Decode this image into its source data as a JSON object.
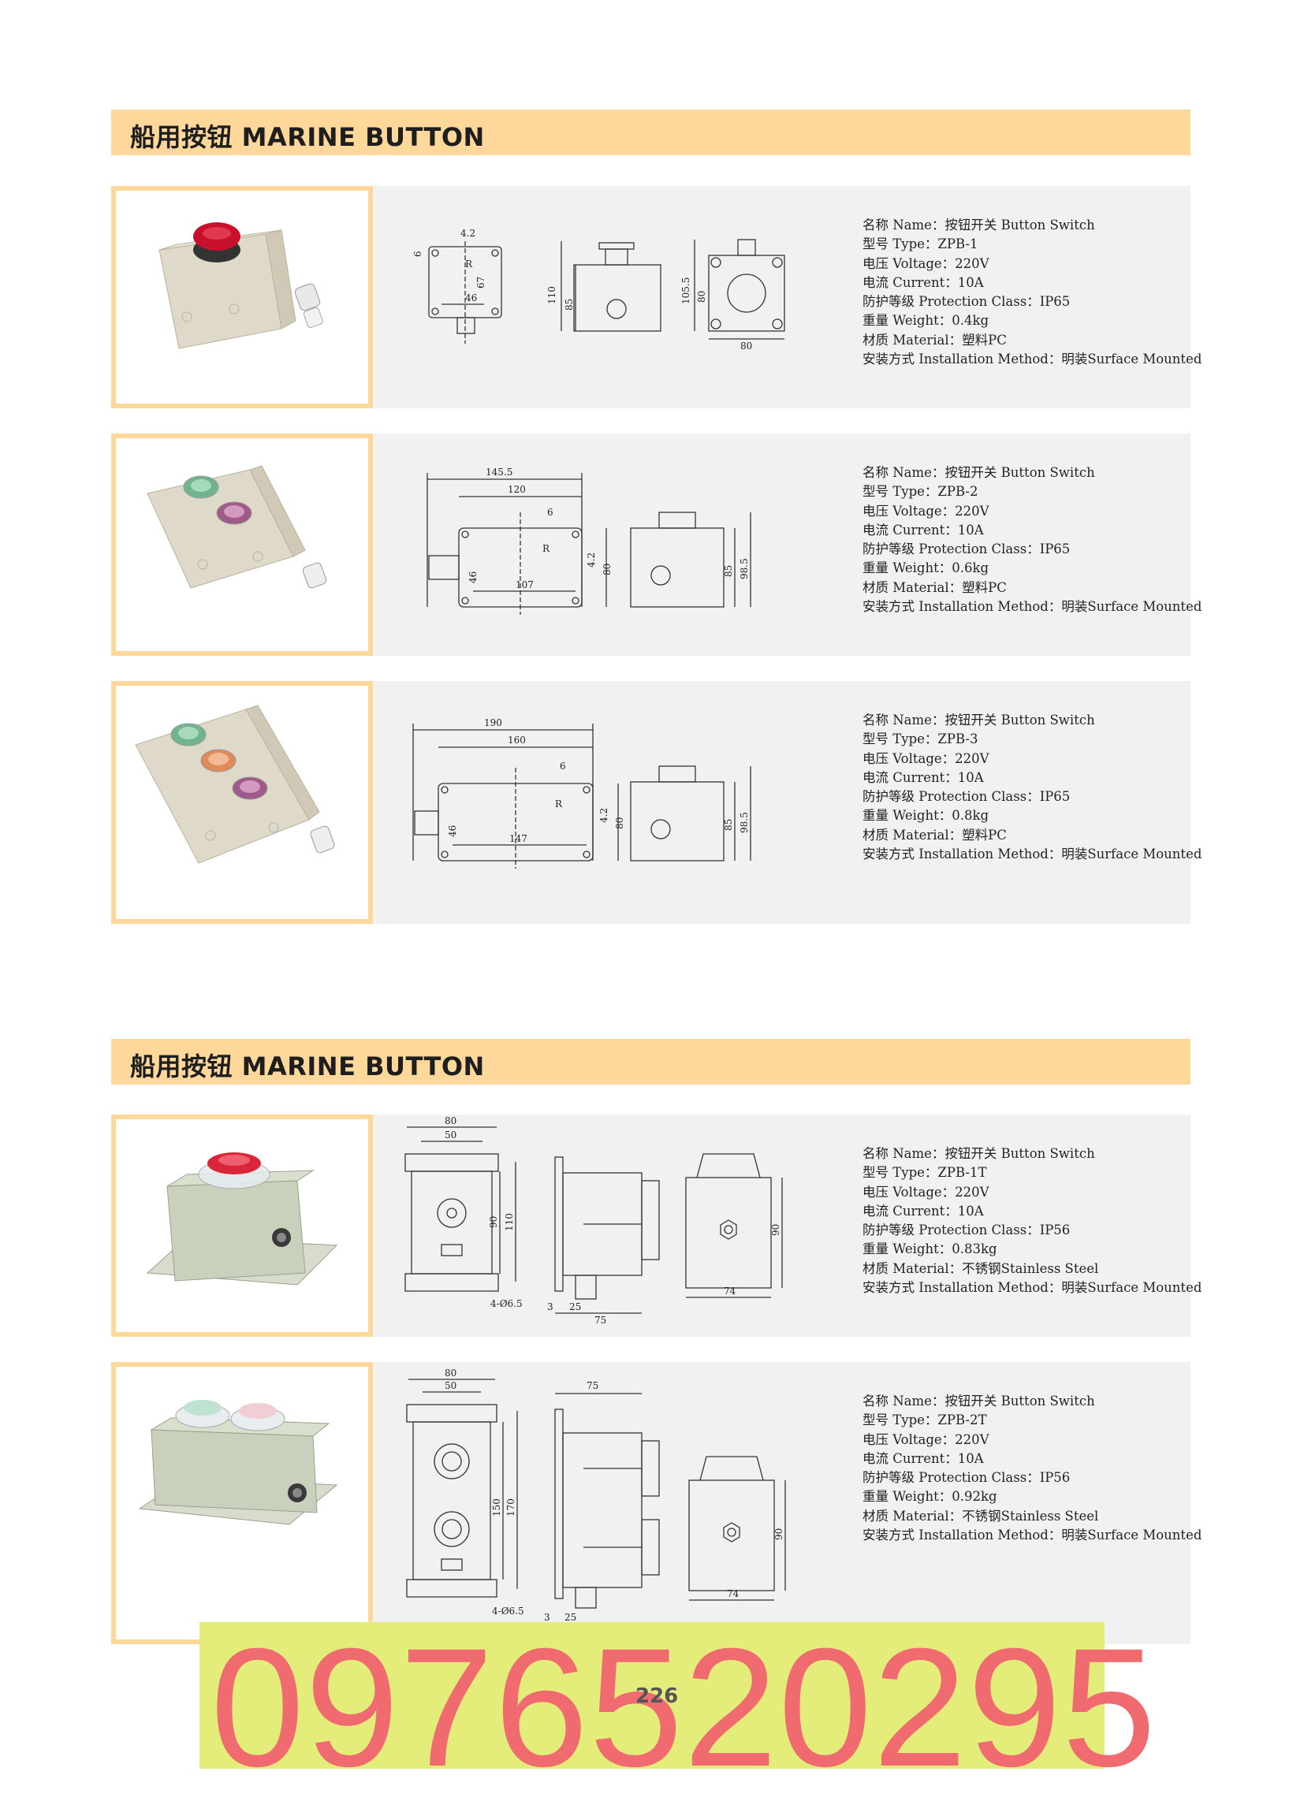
{
  "sections": [
    {
      "title": "船用按钮 MARINE BUTTON"
    },
    {
      "title": "船用按钮 MARINE BUTTON"
    }
  ],
  "products": [
    {
      "name": "名称 Name：按钮开关 Button Switch",
      "type": "型号 Type：ZPB-1",
      "voltage": "电压 Voltage：220V",
      "current": "电流 Current：10A",
      "protection": "防护等级 Protection Class：IP65",
      "weight": "重量 Weight：0.4kg",
      "material": "材质 Material：塑料PC",
      "installation": "安装方式 Installation Method：明装Surface Mounted",
      "dims": {
        "d1": "4.2",
        "d2": "6",
        "d3": "R",
        "d4": "67",
        "d5": "46",
        "d6": "110",
        "d7": "85",
        "d8": "105.5",
        "d9": "80",
        "d10": "80"
      }
    },
    {
      "name": "名称 Name：按钮开关 Button Switch",
      "type": "型号 Type：ZPB-2",
      "voltage": "电压 Voltage：220V",
      "current": "电流 Current：10A",
      "protection": "防护等级 Protection Class：IP65",
      "weight": "重量 Weight：0.6kg",
      "material": "材质 Material：塑料PC",
      "installation": "安装方式 Installation Method：明装Surface Mounted",
      "dims": {
        "d1": "145.5",
        "d2": "120",
        "d3": "6",
        "d4": "R",
        "d5": "4.2",
        "d6": "80",
        "d7": "46",
        "d8": "107",
        "d9": "85",
        "d10": "98.5"
      }
    },
    {
      "name": "名称 Name：按钮开关 Button Switch",
      "type": "型号 Type：ZPB-3",
      "voltage": "电压 Voltage：220V",
      "current": "电流 Current：10A",
      "protection": "防护等级 Protection Class：IP65",
      "weight": "重量 Weight：0.8kg",
      "material": "材质 Material：塑料PC",
      "installation": "安装方式 Installation Method：明装Surface Mounted",
      "dims": {
        "d1": "190",
        "d2": "160",
        "d3": "6",
        "d4": "R",
        "d5": "4.2",
        "d6": "80",
        "d7": "46",
        "d8": "147",
        "d9": "85",
        "d10": "98.5"
      }
    },
    {
      "name": "名称 Name：按钮开关 Button Switch",
      "type": "型号 Type：ZPB-1T",
      "voltage": "电压 Voltage：220V",
      "current": "电流 Current：10A",
      "protection": "防护等级 Protection Class：IP56",
      "weight": "重量 Weight：0.83kg",
      "material": "材质 Material：不锈钢Stainless Steel",
      "installation": "安装方式 Installation Method：明装Surface Mounted",
      "dims": {
        "d1": "80",
        "d2": "50",
        "d3": "90",
        "d4": "110",
        "d5": "4-Ø6.5",
        "d6": "3",
        "d7": "25",
        "d8": "75",
        "d9": "90",
        "d10": "74"
      }
    },
    {
      "name": "名称 Name：按钮开关 Button Switch",
      "type": "型号 Type：ZPB-2T",
      "voltage": "电压 Voltage：220V",
      "current": "电流 Current：10A",
      "protection": "防护等级 Protection Class：IP56",
      "weight": "重量 Weight：0.92kg",
      "material": "材质 Material：不锈钢Stainless Steel",
      "installation": "安装方式 Installation Method：明装Surface Mounted",
      "dims": {
        "d1": "80",
        "d2": "50",
        "d3": "150",
        "d4": "170",
        "d5": "4-Ø6.5",
        "d6": "3",
        "d7": "25",
        "d8": "75",
        "d9": "90",
        "d10": "74"
      }
    }
  ],
  "banner": {
    "phone": "0976520295"
  },
  "page_number": "226",
  "colors": {
    "header_bg": "#fdd89a",
    "row_bg": "#f1f1f2",
    "banner_bg": "#e4ec7a",
    "phone_text": "#f06b6f"
  }
}
